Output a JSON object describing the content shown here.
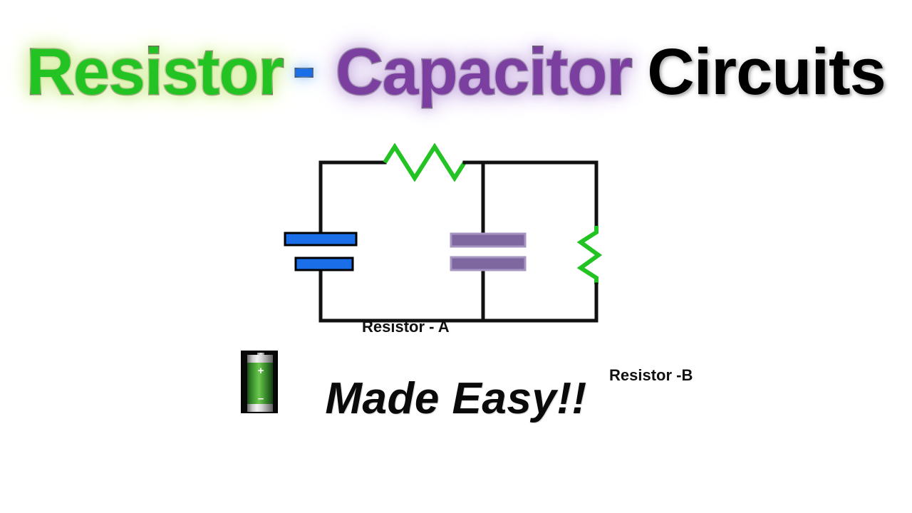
{
  "title": {
    "word1": "Resistor",
    "separator": "-",
    "word2": "Capacitor",
    "word3": "Circuits",
    "colors": {
      "word1_fill": "#22c322",
      "word1_glow": "#d9f0a8",
      "separator_fill": "#1a6fe8",
      "separator_glow": "#9ec8f5",
      "word2_fill": "#7b3fa0",
      "word2_glow": "#cbb0e2",
      "word3_fill": "#000000",
      "word3_shadow": "#b8b8b8",
      "outline": "#000000"
    }
  },
  "circuit": {
    "labels": {
      "resistor_a": "Resistor - A",
      "resistor_b": "Resistor -B"
    },
    "battery": {
      "plus": "+",
      "minus": "–",
      "body_color": "#54b23f",
      "case_color": "#080808"
    },
    "components": [
      {
        "name": "battery-source",
        "type": "battery-icon",
        "orientation": "vertical",
        "color": "#54b23f"
      },
      {
        "name": "source-capacitor",
        "type": "capacitor",
        "orientation": "horizontal-plates",
        "color": "#1a6fe8",
        "plates": 2
      },
      {
        "name": "resistor-a",
        "type": "resistor",
        "orientation": "horizontal",
        "color": "#22c322",
        "peaks": 3,
        "label": "Resistor - A"
      },
      {
        "name": "capacitor-c",
        "type": "capacitor",
        "orientation": "horizontal-plates",
        "color": "#7e679f",
        "plates": 2
      },
      {
        "name": "resistor-b",
        "type": "resistor",
        "orientation": "vertical",
        "color": "#22c322",
        "peaks": 3,
        "label": "Resistor -B"
      }
    ],
    "wire_color": "#111111"
  },
  "footer": {
    "tagline": "Made Easy!!"
  }
}
